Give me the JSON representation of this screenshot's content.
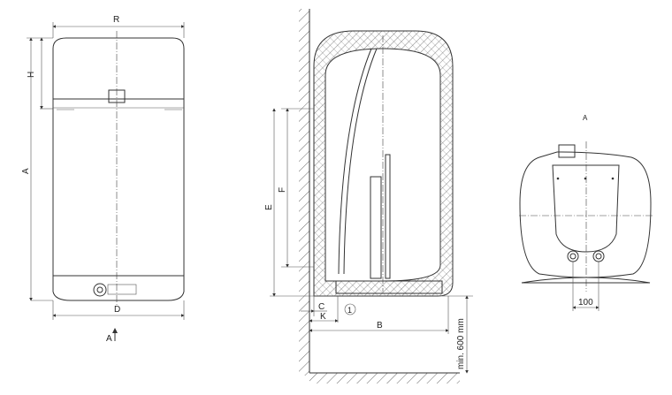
{
  "front_view": {
    "dim_width": "R",
    "dim_top": "H",
    "dim_height": "A",
    "dim_bottom": "D",
    "view_arrow": "A"
  },
  "side_view": {
    "dim_e": "E",
    "dim_f": "F",
    "dim_c": "C",
    "dim_k": "K",
    "callout": "1",
    "dim_b": "B",
    "clearance": "min. 600 mm"
  },
  "bottom_view": {
    "title": "A",
    "pipe_spacing": "100"
  }
}
